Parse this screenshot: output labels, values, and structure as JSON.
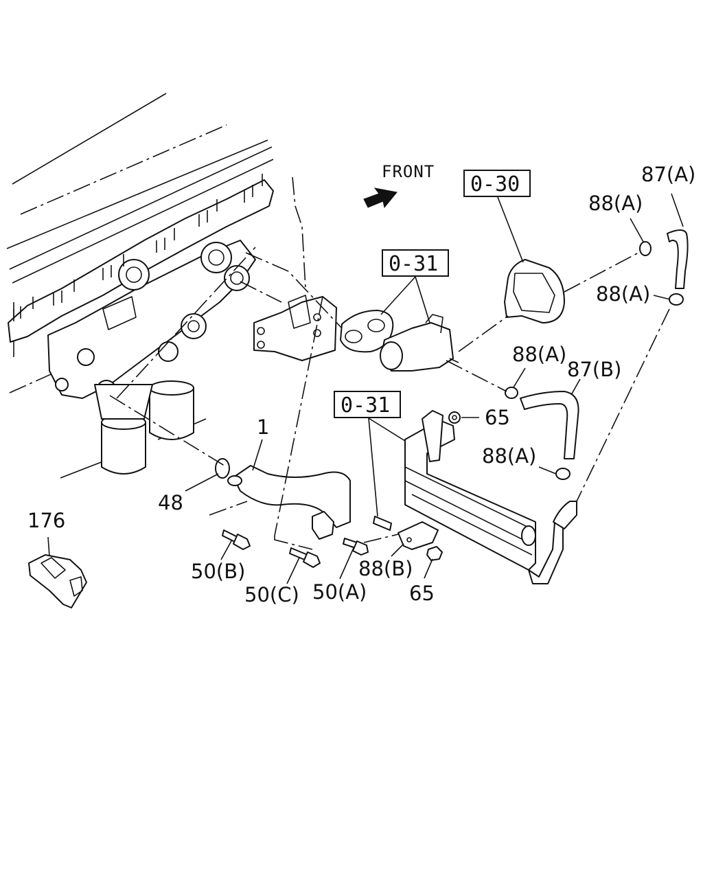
{
  "front_label": "FRONT",
  "callouts": {
    "ref_030": "0-30",
    "ref_031_upper": "0-31",
    "ref_031_lower": "0-31",
    "p87a": "87(A)",
    "p88a_top": "88(A)",
    "p88a_right": "88(A)",
    "p88a_mid": "88(A)",
    "p87b": "87(B)",
    "p65_upper": "65",
    "p88a_low": "88(A)",
    "p1": "1",
    "p48": "48",
    "p176": "176",
    "p50b": "50(B)",
    "p50c": "50(C)",
    "p50a": "50(A)",
    "p88b": "88(B)",
    "p65_lower": "65"
  }
}
